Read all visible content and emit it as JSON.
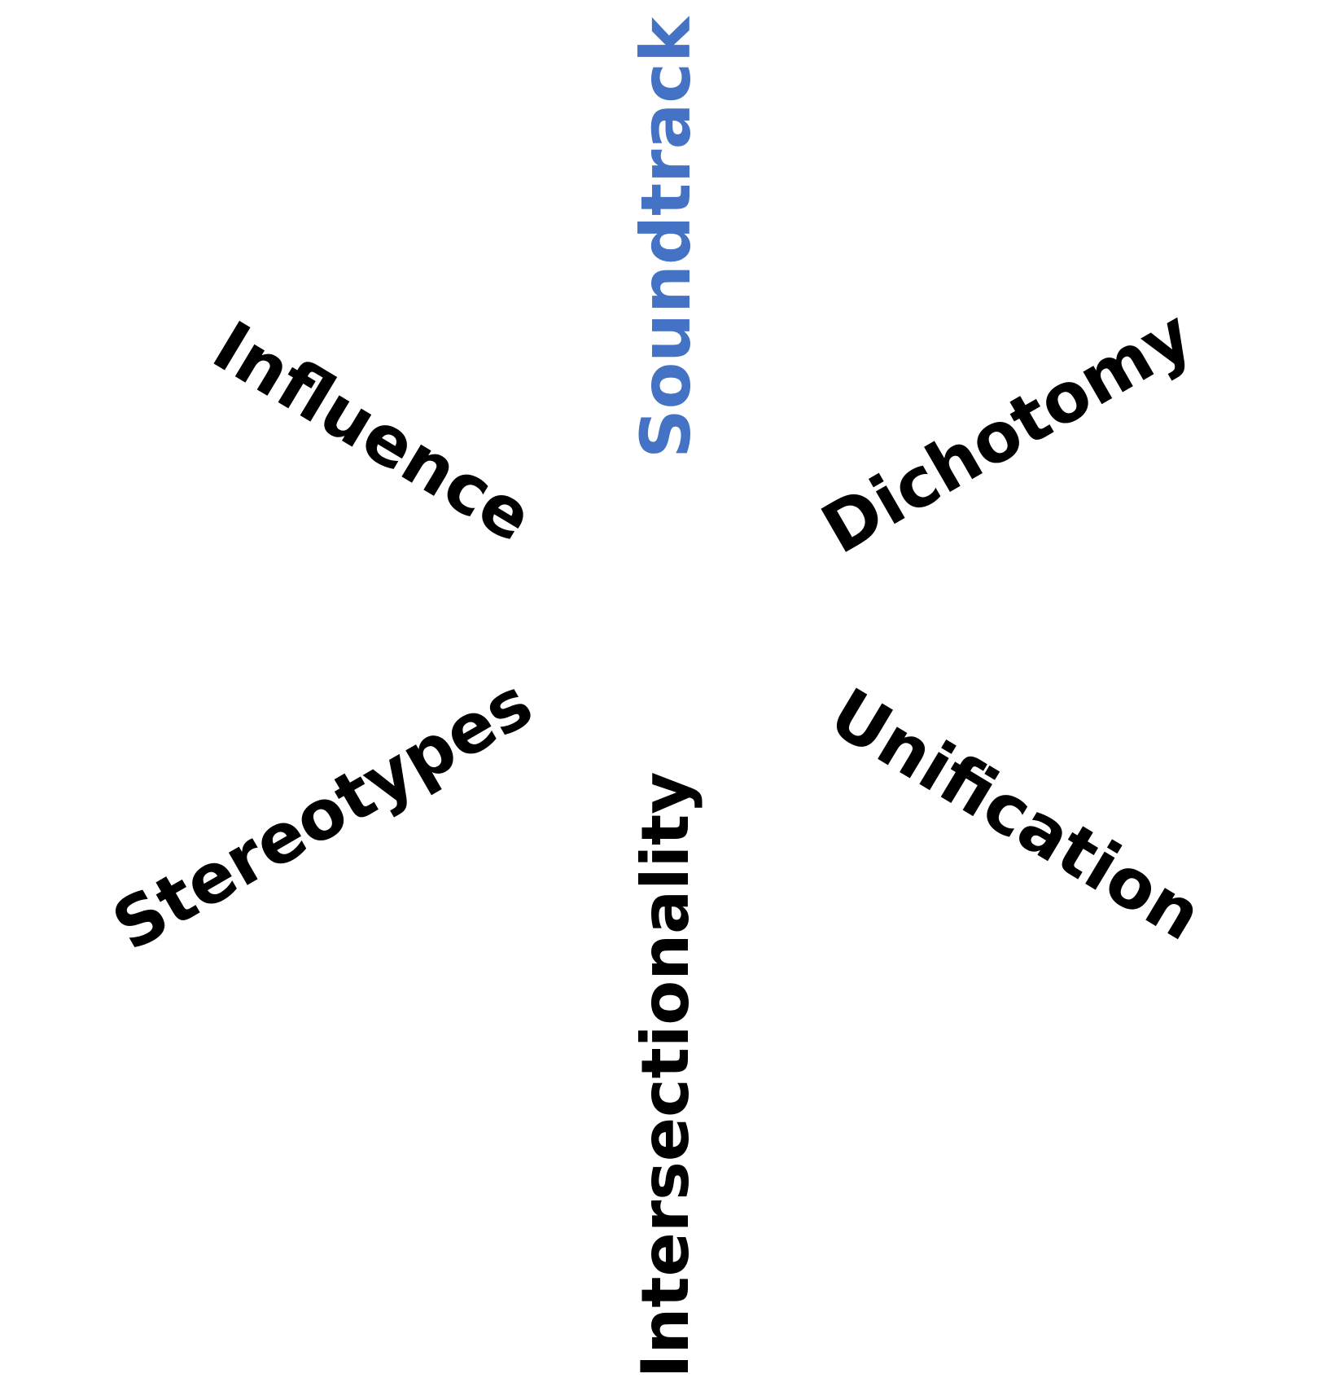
{
  "words": [
    {
      "id": "soundtrack",
      "text": "Soundtrack",
      "color": "#4472C4",
      "highlighted": true
    },
    {
      "id": "influence",
      "text": "Influence",
      "color": "#000000",
      "highlighted": false
    },
    {
      "id": "dichotomy",
      "text": "Dichotomy",
      "color": "#000000",
      "highlighted": false
    },
    {
      "id": "stereotypes",
      "text": "Stereotypes",
      "color": "#000000",
      "highlighted": false
    },
    {
      "id": "unification",
      "text": "Unification",
      "color": "#000000",
      "highlighted": false
    },
    {
      "id": "intersectionality",
      "text": "Intersectionality",
      "color": "#000000",
      "highlighted": false
    }
  ]
}
